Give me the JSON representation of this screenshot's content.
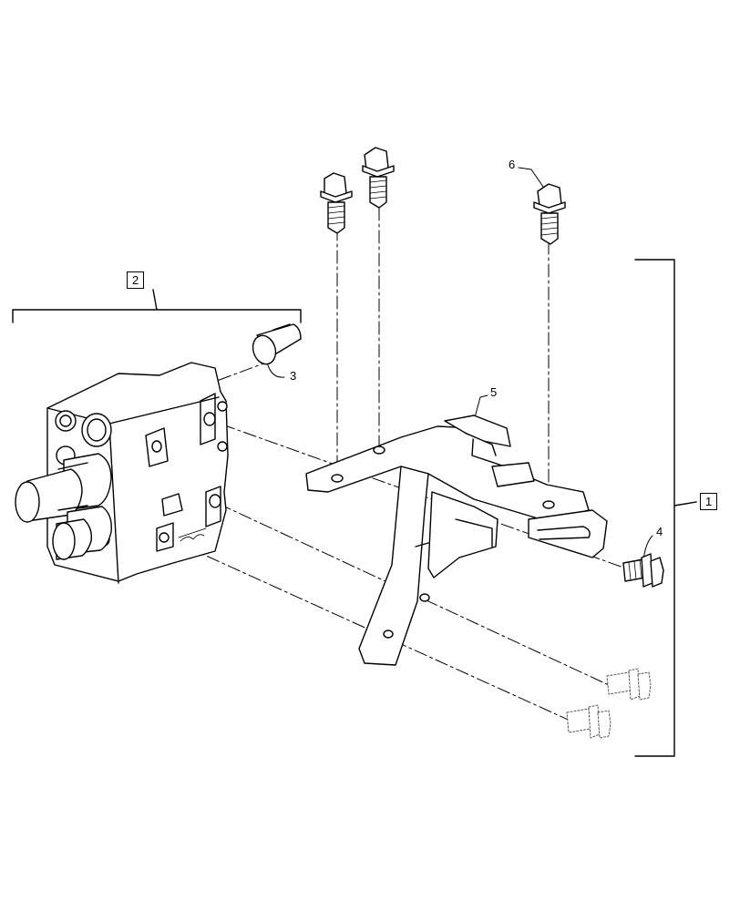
{
  "callouts": {
    "c1": "1",
    "c2": "2",
    "c3": "3",
    "c4": "4",
    "c5": "5",
    "c6": "6"
  },
  "parts": [
    {
      "ref": "1",
      "icon": "bracket-assembly-group"
    },
    {
      "ref": "2",
      "icon": "control-valve-group"
    },
    {
      "ref": "3",
      "icon": "plug-icon"
    },
    {
      "ref": "4",
      "icon": "flange-bolt-icon"
    },
    {
      "ref": "5",
      "icon": "mounting-bracket-icon"
    },
    {
      "ref": "6",
      "icon": "flange-bolt-icon"
    }
  ],
  "colors": {
    "line": "#000000",
    "background": "#ffffff",
    "hidden_part": "#555555"
  }
}
